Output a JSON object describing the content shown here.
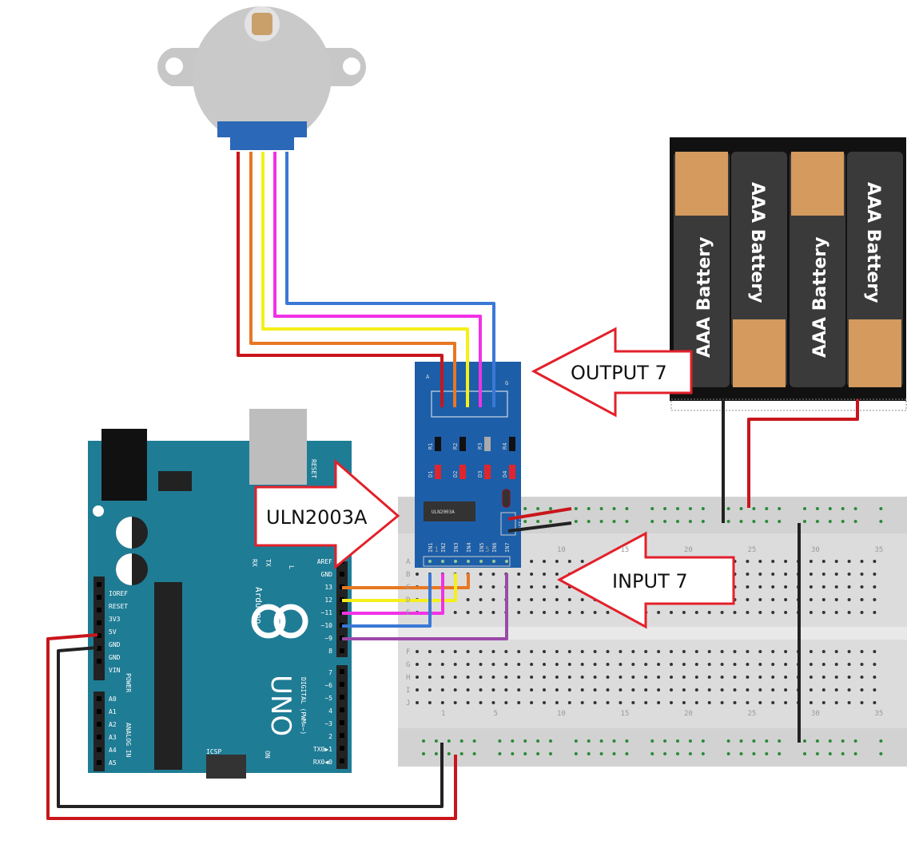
{
  "callouts": {
    "output": "OUTPUT 7",
    "driver": "ULN2003A",
    "input": "INPUT 7"
  },
  "battery": {
    "label": "AAA Battery"
  },
  "driver_board": {
    "chip": "ULN2003A",
    "pins": [
      "IN1",
      "IN2",
      "IN3",
      "IN4",
      "IN5",
      "IN6",
      "IN7"
    ],
    "resistors": [
      "R1",
      "R2",
      "R3",
      "R4"
    ],
    "leds": [
      "D1",
      "D2",
      "D3",
      "D4"
    ],
    "corner_a": "A",
    "corner_g": "G",
    "power": "5-12V"
  },
  "arduino": {
    "brand": "Arduino",
    "model": "UNO",
    "power_pins": [
      "IOREF",
      "RESET",
      "3V3",
      "5V",
      "GND",
      "GND",
      "VIN"
    ],
    "power_label": "POWER",
    "analog_pins": [
      "A0",
      "A1",
      "A2",
      "A3",
      "A4",
      "A5"
    ],
    "analog_label": "ANALOG IN",
    "digital_top": [
      "AREF",
      "GND",
      "13",
      "12",
      "~11",
      "~10",
      "~9",
      "8"
    ],
    "digital_bottom": [
      "7",
      "~6",
      "~5",
      "4",
      "~3",
      "2",
      "TX0▶1",
      "RX0◀0"
    ],
    "digital_label": "DIGITAL (PWM=~)",
    "icsp": "ICSP",
    "reset": "RESET",
    "tx": "TX",
    "rx": "RX",
    "l": "L",
    "on": "ON"
  },
  "breadboard": {
    "rows": [
      "A",
      "B",
      "C",
      "D",
      "E",
      "F",
      "G",
      "H",
      "I",
      "J"
    ],
    "columns": [
      "1",
      "5",
      "10",
      "15",
      "20",
      "25",
      "30",
      "35"
    ]
  },
  "colors": {
    "arduino": "#1f7c95",
    "driver": "#1d5ea8",
    "breadboard": "#dcdcdc",
    "callout_border": "#e3202a",
    "wire_red": "#c8161b",
    "wire_black": "#222222",
    "wire_orange": "#e87722",
    "wire_yellow": "#f5ef1a",
    "wire_magenta": "#f032e6",
    "wire_blue": "#3a78d6",
    "wire_purple": "#9b4aa8",
    "battery_copper": "#d49a5e"
  }
}
